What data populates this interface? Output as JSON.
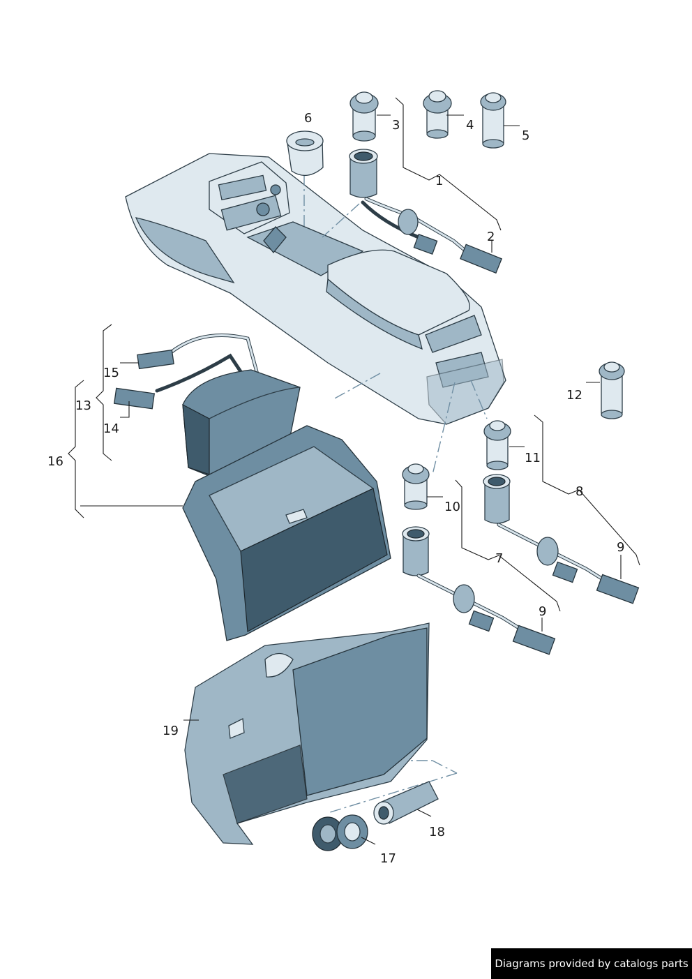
{
  "callouts": {
    "c1": "1",
    "c2": "2",
    "c3": "3",
    "c4": "4",
    "c5": "5",
    "c6": "6",
    "c7": "7",
    "c8": "8",
    "c9a": "9",
    "c9b": "9",
    "c10": "10",
    "c11": "11",
    "c12": "12",
    "c13": "13",
    "c14": "14",
    "c15": "15",
    "c16": "16",
    "c17": "17",
    "c18": "18",
    "c19": "19"
  },
  "credit": "Diagrams provided by catalogs parts",
  "colors": {
    "part_light": "#dfe9ef",
    "part_mid": "#9fb7c6",
    "part_dark": "#6e8ea2",
    "outline": "#2d3d47",
    "credit_bg": "#000000"
  }
}
